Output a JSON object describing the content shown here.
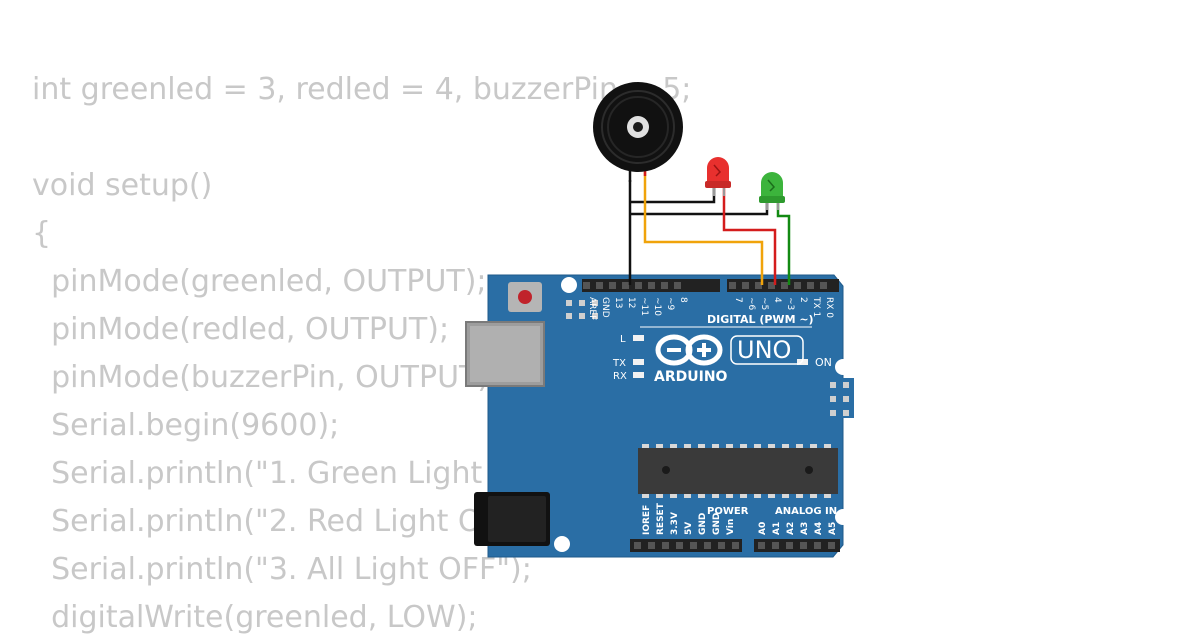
{
  "code_lines": [
    "int greenled = 3, redled = 4, buzzerPin = 5;",
    "",
    "void setup()",
    "{",
    "  pinMode(greenled, OUTPUT);",
    "  pinMode(redled, OUTPUT);",
    "  pinMode(buzzerPin, OUTPUT);",
    "  Serial.begin(9600);",
    "  Serial.println(\"1. Green Light ON\");",
    "  Serial.println(\"2. Red Light ON\");",
    "  Serial.println(\"3. All Light OFF\");",
    "  digitalWrite(greenled, LOW);"
  ],
  "board": {
    "brand": "ARDUINO",
    "model": "UNO",
    "label_on": "ON",
    "label_l": "L",
    "label_tx": "TX",
    "label_rx": "RX",
    "digital_header": "DIGITAL (PWM ~)",
    "power_header": "POWER",
    "analog_header": "ANALOG IN",
    "digital_pins": [
      "AREF",
      "GND",
      "13",
      "12",
      "~11",
      "~10",
      "~9",
      "8",
      "7",
      "~6",
      "~5",
      "4",
      "~3",
      "2",
      "TX 1",
      "RX 0"
    ],
    "power_pins": [
      "IOREF",
      "RESET",
      "3.3V",
      "5V",
      "GND",
      "GND",
      "Vin"
    ],
    "analog_pins": [
      "A0",
      "A1",
      "A2",
      "A3",
      "A4",
      "A5"
    ]
  },
  "colors": {
    "board": "#2a6ea5",
    "led_red": "#e8302e",
    "led_green": "#3cb43c",
    "wire_black": "#111111",
    "wire_red": "#d41c1c",
    "wire_orange": "#f0a30a",
    "wire_green": "#138a13"
  }
}
